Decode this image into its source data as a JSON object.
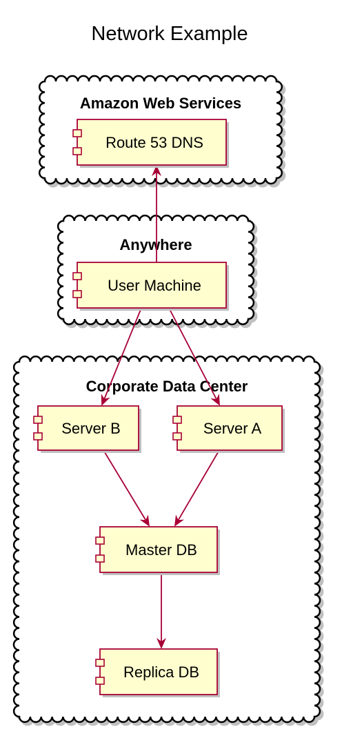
{
  "title": "Network Example",
  "colors": {
    "component_fill": "#FEFECE",
    "component_stroke": "#A80036",
    "arrow": "#A80036",
    "cloud_stroke": "#000000",
    "cloud_fill": "#FFFFFF",
    "shadow": "#C0C0C0"
  },
  "clouds": [
    {
      "id": "aws",
      "title": "Amazon Web Services"
    },
    {
      "id": "anywhere",
      "title": "Anywhere"
    },
    {
      "id": "corp",
      "title": "Corporate Data Center"
    }
  ],
  "components": [
    {
      "id": "route53",
      "label": "Route 53 DNS"
    },
    {
      "id": "user",
      "label": "User Machine"
    },
    {
      "id": "serverb",
      "label": "Server B"
    },
    {
      "id": "servera",
      "label": "Server A"
    },
    {
      "id": "master",
      "label": "Master DB"
    },
    {
      "id": "replica",
      "label": "Replica DB"
    }
  ],
  "edges": [
    {
      "from": "user",
      "to": "route53"
    },
    {
      "from": "user",
      "to": "serverb"
    },
    {
      "from": "user",
      "to": "servera"
    },
    {
      "from": "serverb",
      "to": "master"
    },
    {
      "from": "servera",
      "to": "master"
    },
    {
      "from": "master",
      "to": "replica"
    }
  ]
}
